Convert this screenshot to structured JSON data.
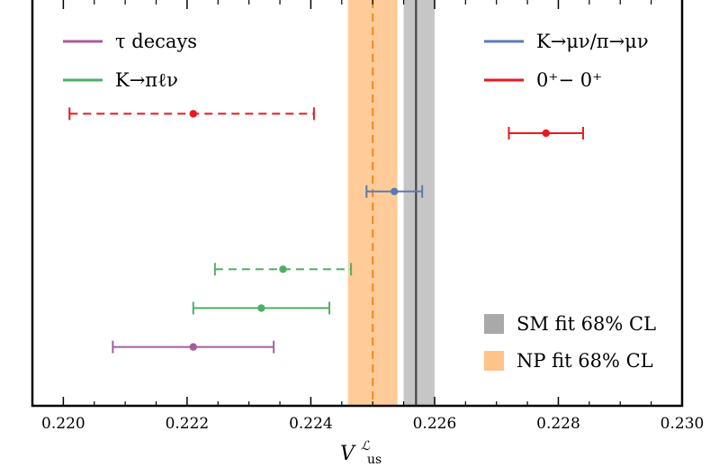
{
  "chart_data": {
    "type": "scatter",
    "subtype": "horizontal-errorbars",
    "title": "",
    "xlabel": "V",
    "xlabel_sup": "ℒ",
    "xlabel_sub": "us",
    "xlim": [
      0.2195,
      0.23
    ],
    "xticks": [
      "0.220",
      "0.222",
      "0.224",
      "0.226",
      "0.228",
      "0.230"
    ],
    "xtick_values": [
      0.22,
      0.222,
      0.224,
      0.226,
      0.228,
      0.23
    ],
    "grid": false,
    "legend_position": "top",
    "bands": [
      {
        "name": "SM fit 68% CL",
        "low": 0.2255,
        "high": 0.226,
        "center": 0.2257,
        "color": "#c6c6c6",
        "center_color": "#444444",
        "center_style": "solid"
      },
      {
        "name": "NP fit 68% CL",
        "low": 0.2246,
        "high": 0.2254,
        "center": 0.225,
        "color": "#ffcc99",
        "center_color": "#f28c28",
        "center_style": "dashed"
      }
    ],
    "series": [
      {
        "name": "τ decays",
        "color": "#a45ea0",
        "points": [
          {
            "value": 0.2221,
            "low": 0.2208,
            "high": 0.2234,
            "row": 8,
            "style": "solid"
          }
        ]
      },
      {
        "name": "K→πℓν",
        "color": "#4db066",
        "points": [
          {
            "value": 0.2232,
            "low": 0.2221,
            "high": 0.2243,
            "row": 7,
            "style": "solid"
          },
          {
            "value": 0.22355,
            "low": 0.22245,
            "high": 0.22465,
            "row": 6,
            "style": "dashed"
          }
        ]
      },
      {
        "name": "K→μν/π→μν",
        "color": "#5a7ab5",
        "points": [
          {
            "value": 0.22535,
            "low": 0.2249,
            "high": 0.2258,
            "row": 4,
            "style": "solid"
          }
        ]
      },
      {
        "name": "0⁺− 0⁺",
        "color": "#e8191f",
        "points": [
          {
            "value": 0.2221,
            "low": 0.2201,
            "high": 0.22405,
            "row": 2,
            "style": "dashed"
          },
          {
            "value": 0.2278,
            "low": 0.2272,
            "high": 0.2284,
            "row": 2.5,
            "style": "solid"
          }
        ]
      }
    ]
  },
  "legend": {
    "tau": "τ decays",
    "kpilnu": "K→πℓν",
    "kmunu": "K→μν/π→μν",
    "superallowed": "0⁺− 0⁺",
    "sm": "SM fit 68% CL",
    "np": "NP fit 68% CL"
  }
}
